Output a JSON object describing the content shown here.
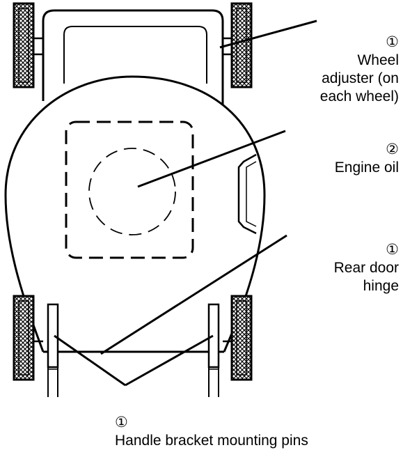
{
  "callouts": {
    "wheel_adjuster": {
      "number": "①",
      "text": "Wheel\nadjuster (on\neach wheel)"
    },
    "engine_oil": {
      "number": "②",
      "text": "Engine oil"
    },
    "rear_door_hinge": {
      "number": "①",
      "text": "Rear door\nhinge"
    },
    "handle_bracket": {
      "number": "①",
      "text": "Handle bracket mounting pins"
    }
  }
}
